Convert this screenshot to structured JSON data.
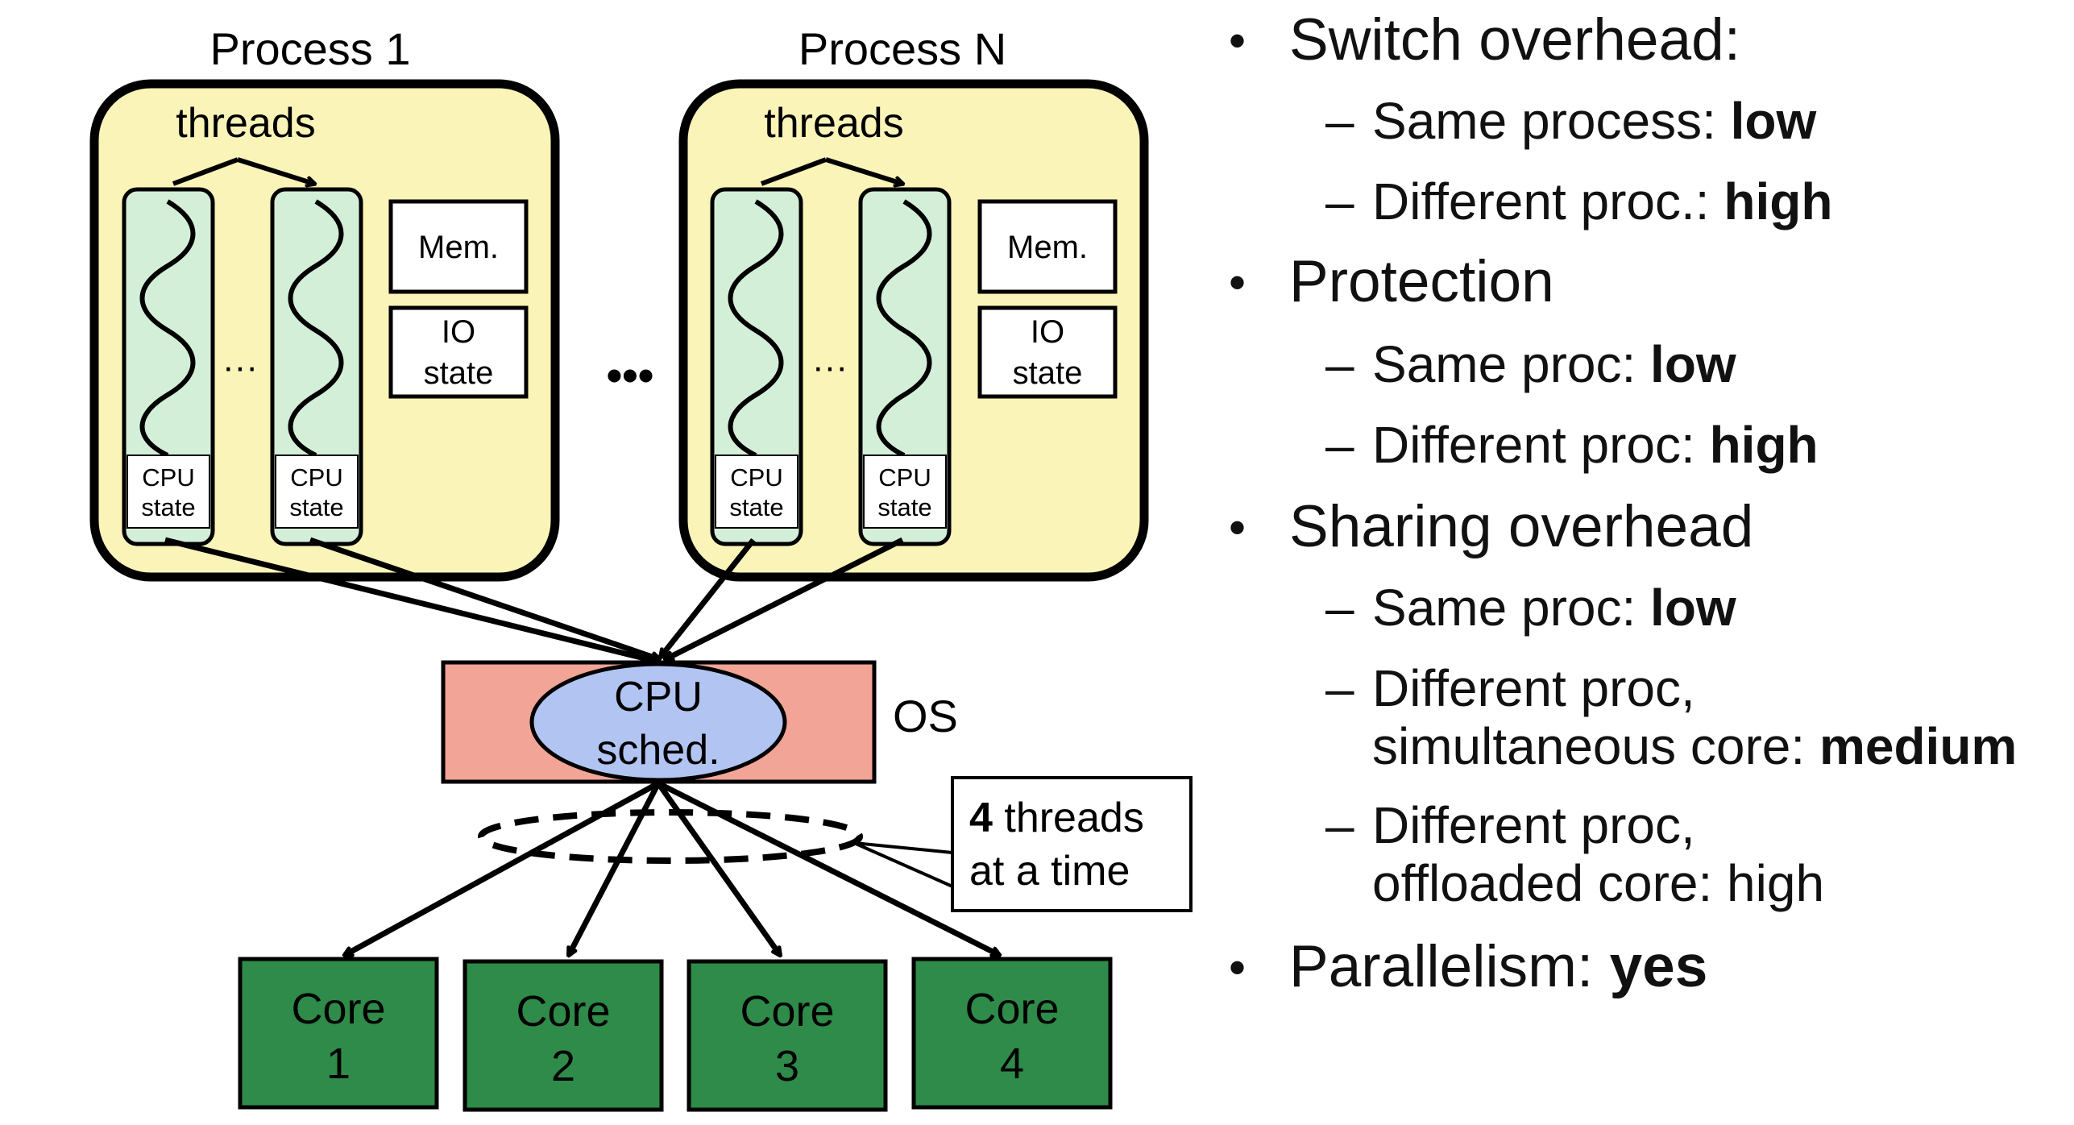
{
  "diagram": {
    "processes": [
      {
        "title": "Process 1",
        "threads_label": "threads",
        "thread_cpu_state": [
          "CPU",
          "state"
        ],
        "ellipsis": "···",
        "mem_label": "Mem.",
        "io_label_line1": "IO",
        "io_label_line2": "state"
      },
      {
        "title": "Process N",
        "threads_label": "threads",
        "thread_cpu_state": [
          "CPU",
          "state"
        ],
        "ellipsis": "···",
        "mem_label": "Mem.",
        "io_label_line1": "IO",
        "io_label_line2": "state"
      }
    ],
    "between_processes": "•••",
    "scheduler": {
      "line1": "CPU",
      "line2": "sched.",
      "os_label": "OS"
    },
    "threads_note": {
      "bold": "4",
      "line1_rest": " threads",
      "line2": "at a time"
    },
    "cores": [
      {
        "line1": "Core",
        "line2": "1"
      },
      {
        "line1": "Core",
        "line2": "2"
      },
      {
        "line1": "Core",
        "line2": "3"
      },
      {
        "line1": "Core",
        "line2": "4"
      }
    ],
    "colors": {
      "process_fill": "#fbf4b8",
      "thread_fill": "#d4efd8",
      "scheduler_box": "#f2a497",
      "scheduler_ellipse": "#b2c4f2",
      "core_fill": "#2e8b49"
    }
  },
  "bullets": {
    "switch": {
      "label": "Switch overhead:",
      "same_prefix": "Same process:",
      "same_value": "low",
      "diff_prefix": "Different proc.:",
      "diff_value": "high"
    },
    "protection": {
      "label": "Protection",
      "same_prefix": "Same proc:",
      "same_value": "low",
      "diff_prefix": "Different proc:",
      "diff_value": "high"
    },
    "sharing": {
      "label": "Sharing overhead",
      "same_prefix": "Same proc:",
      "same_value": "low",
      "simul_line1": "Different proc,",
      "simul_line2_prefix": "simultaneous core:",
      "simul_value": "medium",
      "offload_line1": "Different proc,",
      "offload_line2": "offloaded core: high"
    },
    "parallelism": {
      "label": "Parallelism:",
      "value": "yes"
    }
  }
}
